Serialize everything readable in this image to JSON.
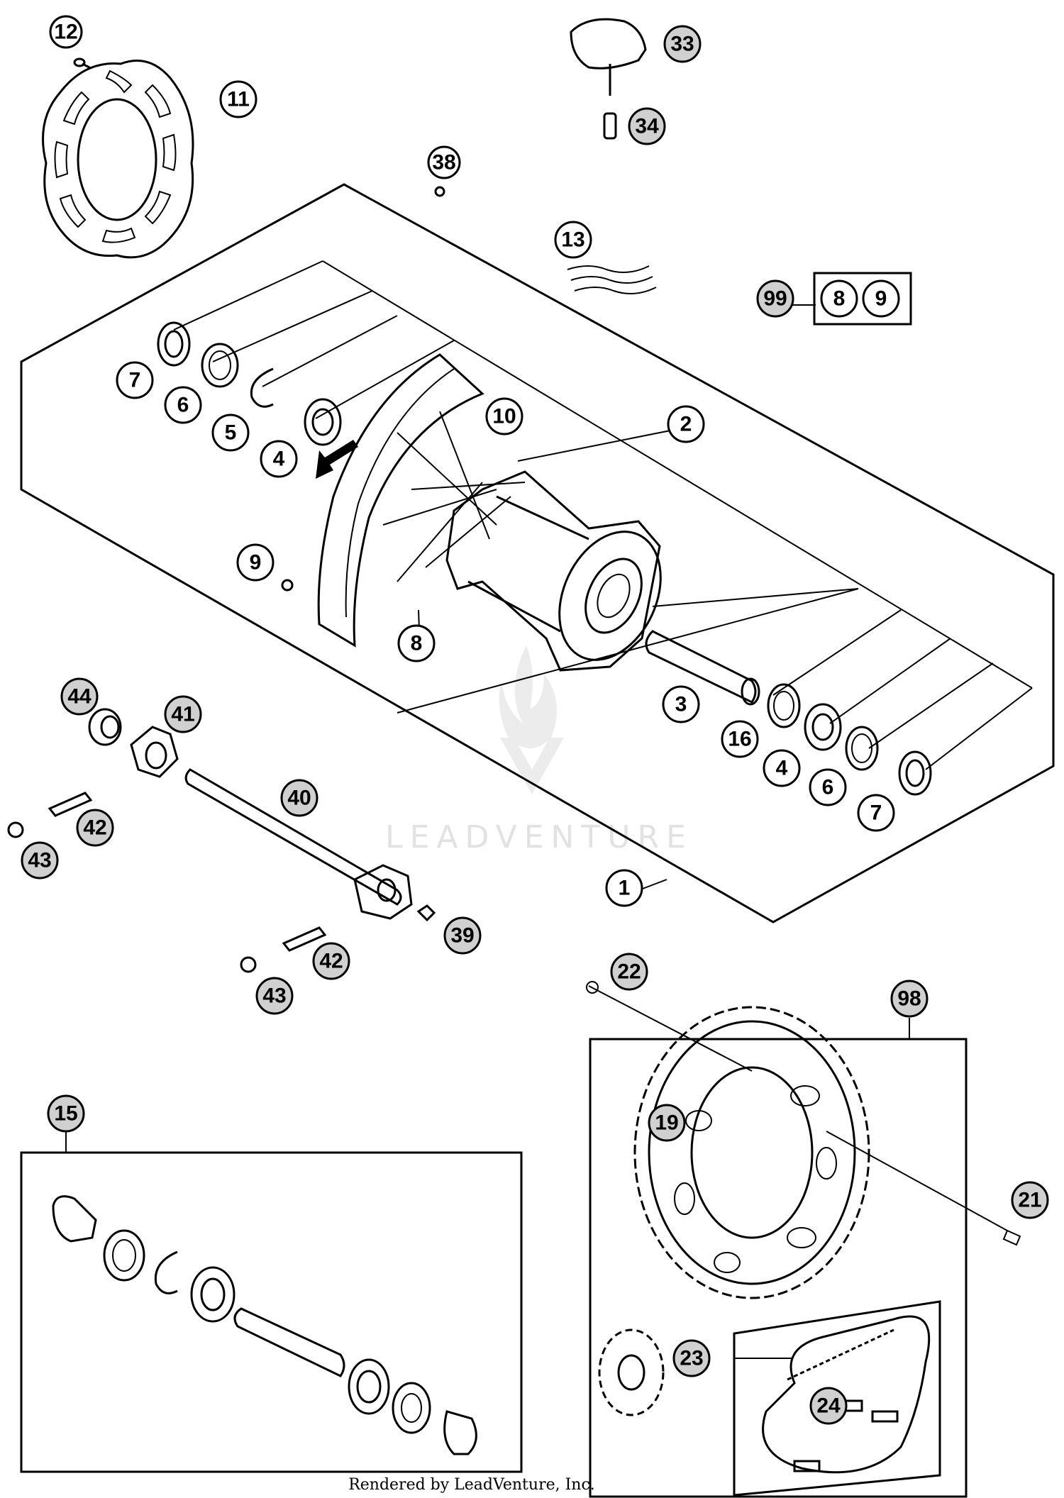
{
  "watermark": "LEADVENTURE",
  "footer": "Rendered by LeadVenture, Inc.",
  "callouts": {
    "c12": "12",
    "c11": "11",
    "c33": "33",
    "c34": "34",
    "c38": "38",
    "c13": "13",
    "c99": "99",
    "c99_8": "8",
    "c99_9": "9",
    "c7a": "7",
    "c6a": "6",
    "c5": "5",
    "c4a": "4",
    "c10": "10",
    "c2": "2",
    "c9": "9",
    "c8": "8",
    "c3": "3",
    "c16": "16",
    "c4b": "4",
    "c6b": "6",
    "c7b": "7",
    "c44": "44",
    "c41": "41",
    "c40": "40",
    "c42a": "42",
    "c43a": "43",
    "c1": "1",
    "c39": "39",
    "c42b": "42",
    "c43b": "43",
    "c22": "22",
    "c98": "98",
    "c15": "15",
    "c19": "19",
    "c21": "21",
    "c23": "23",
    "c24": "24"
  }
}
